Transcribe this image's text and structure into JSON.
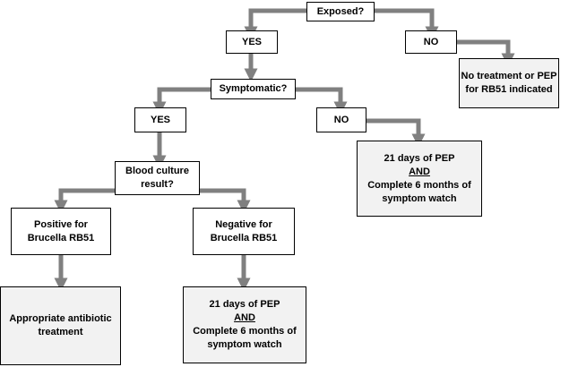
{
  "colors": {
    "connector": "#808080",
    "box_border": "#000000",
    "terminal_fill": "#f2f2f2",
    "decision_fill": "#ffffff"
  },
  "nodes": {
    "exposed": {
      "lines": [
        "Exposed?"
      ]
    },
    "yes_exposed": {
      "lines": [
        "YES"
      ]
    },
    "no_exposed": {
      "lines": [
        "NO"
      ]
    },
    "no_treatment": {
      "lines": [
        "No treatment or PEP",
        "for RB51 indicated"
      ]
    },
    "symptomatic": {
      "lines": [
        "Symptomatic?"
      ]
    },
    "yes_symptomatic": {
      "lines": [
        "YES"
      ]
    },
    "no_symptomatic": {
      "lines": [
        "NO"
      ]
    },
    "pep_right": {
      "lines": [
        "21 days of PEP",
        "AND",
        "Complete 6 months of",
        "symptom watch"
      ]
    },
    "blood_culture": {
      "lines": [
        "Blood culture",
        "result?"
      ]
    },
    "positive": {
      "lines": [
        "Positive for",
        "Brucella RB51"
      ]
    },
    "negative": {
      "lines": [
        "Negative for",
        "Brucella RB51"
      ]
    },
    "antibiotic": {
      "lines": [
        "Appropriate antibiotic",
        "treatment"
      ]
    },
    "pep_bottom": {
      "lines": [
        "21 days of PEP",
        "AND",
        "Complete 6 months of",
        "symptom watch"
      ]
    }
  }
}
